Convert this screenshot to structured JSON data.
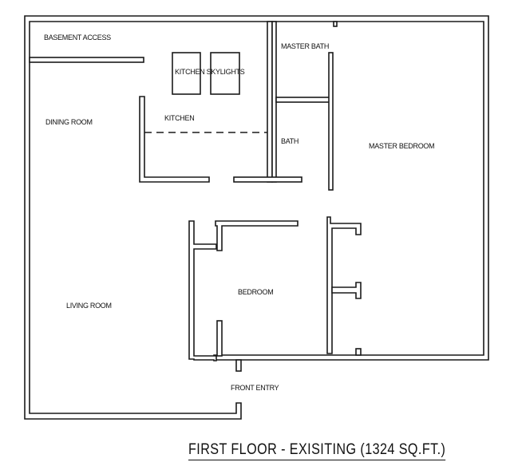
{
  "title": "FIRST FLOOR - EXISITING (1324 SQ.FT.)",
  "rooms": {
    "basement_access": "BASEMENT ACCESS",
    "master_bath": "MASTER BATH",
    "kitchen_skylights": "KITCHEN SKYLIGHTS",
    "kitchen": "KITCHEN",
    "dining_room": "DINING ROOM",
    "bath": "BATH",
    "master_bedroom": "MASTER BEDROOM",
    "bedroom": "BEDROOM",
    "living_room": "LIVING ROOM",
    "front_entry": "FRONT ENTRY"
  }
}
